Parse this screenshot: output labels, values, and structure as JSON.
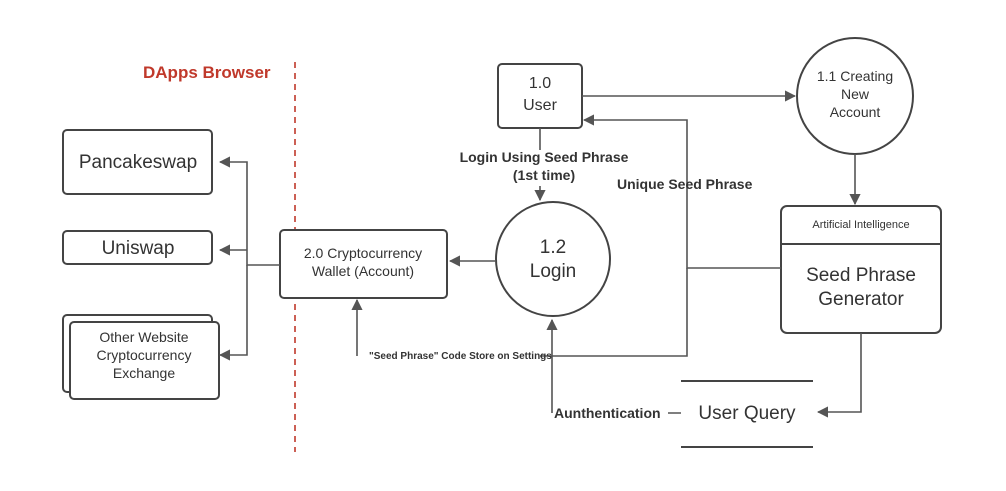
{
  "title": "DApps Browser",
  "nodes": {
    "pancakeswap": "Pancakeswap",
    "uniswap": "Uniswap",
    "other_exchange": [
      "Other Website",
      "Cryptocurrency",
      "Exchange"
    ],
    "wallet": [
      "2.0 Cryptocurrency",
      "Wallet (Account)"
    ],
    "user": [
      "1.0",
      "User"
    ],
    "creating_account": [
      "1.1 Creating",
      "New",
      "Account"
    ],
    "login": [
      "1.2",
      "Login"
    ],
    "ai_header": "Artificial Intelligence",
    "seed_generator": [
      "Seed Phrase",
      "Generator"
    ],
    "user_query": "User Query"
  },
  "edges": {
    "login_seed": [
      "Login Using Seed Phrase",
      "(1st time)"
    ],
    "unique_seed": "Unique Seed Phrase",
    "code_store": "\"Seed Phrase\" Code Store on Settings",
    "authentication": "Aunthentication"
  }
}
